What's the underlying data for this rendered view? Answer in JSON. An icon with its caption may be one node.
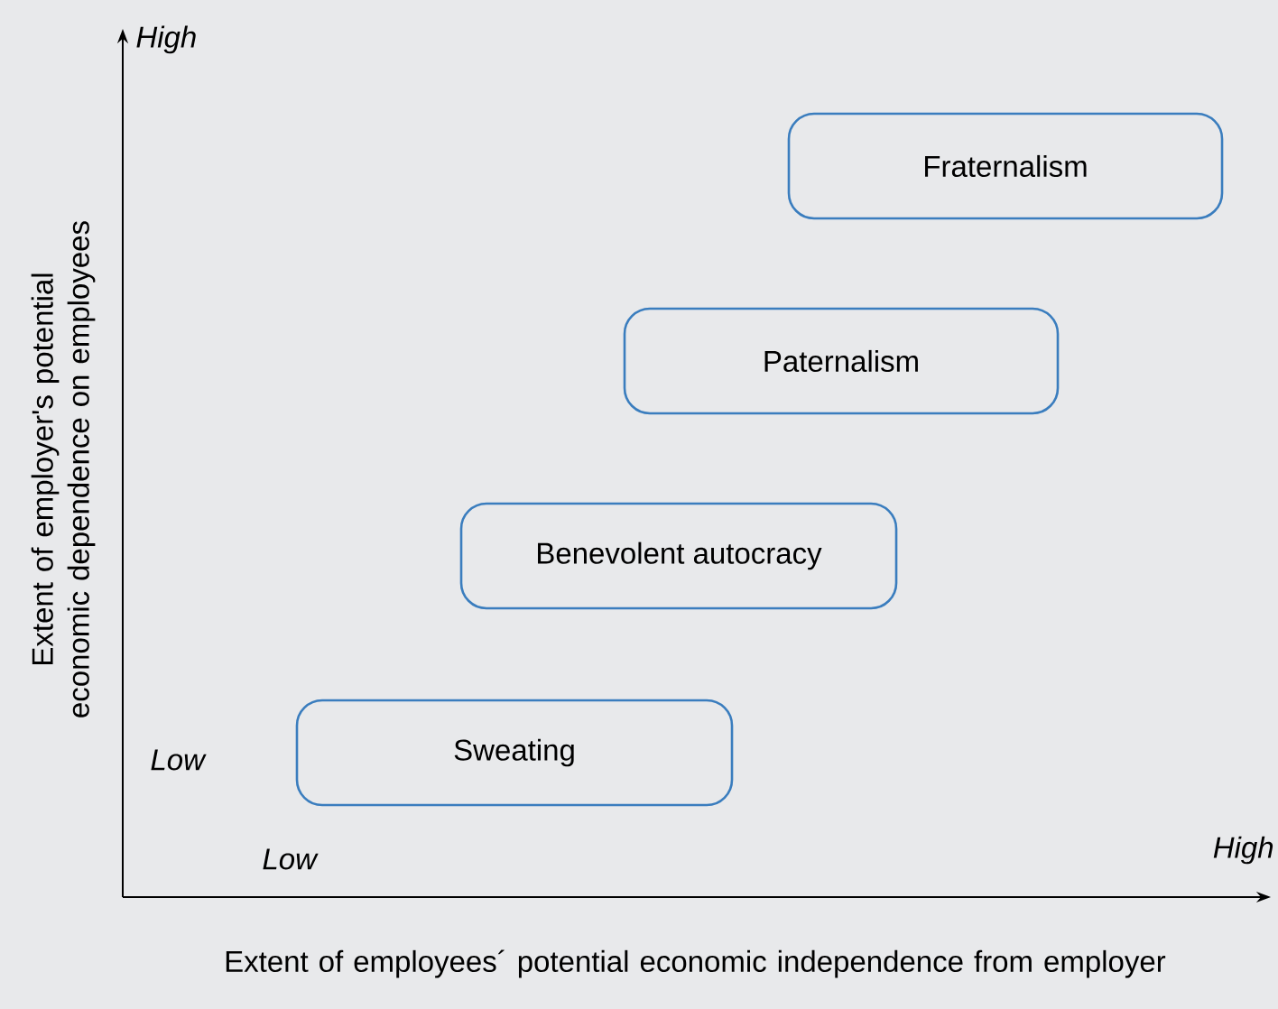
{
  "diagram": {
    "nodes": [
      {
        "text": [
          "Fraternalism"
        ]
      },
      {
        "text": [
          "Paternalism"
        ]
      },
      {
        "text": [
          "Benevolent autocracy"
        ]
      },
      {
        "text": [
          "Sweating"
        ]
      }
    ],
    "labels": [
      "High",
      "Low",
      "Low",
      "High",
      "Extent of employer's potential economic dependence on employees",
      "Extent of employees´ potential economic independence from employer"
    ]
  }
}
